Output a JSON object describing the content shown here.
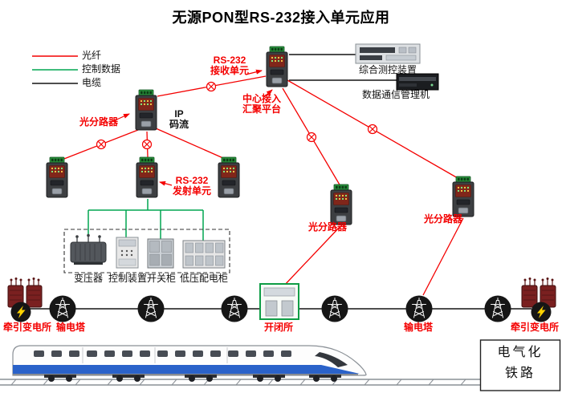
{
  "title": "无源PON型RS-232接入单元应用",
  "legend": {
    "items": [
      {
        "label": "光纤",
        "color": "#f40000"
      },
      {
        "label": "控制数据",
        "color": "#00a651"
      },
      {
        "label": "电缆",
        "color": "#141414"
      }
    ]
  },
  "network": {
    "receiver_label": "RS-232\n接收单元",
    "center_platform_label": "中心接入\n汇聚平台",
    "splitter_top_label": "光分路器",
    "ip_stream_label": "IP\n码流",
    "transmitter_label": "RS-232\n发射单元",
    "splitter_mid_label": "光分路器",
    "splitter_right_label": "光分路器",
    "measure_control_label": "综合测控装置",
    "data_comm_label": "数据通信管理机"
  },
  "substation_equipment": {
    "items": [
      "变压器",
      "控制装置",
      "开关柜",
      "低压配电柜"
    ]
  },
  "railway": {
    "traction_substation_left": "牵引变电所",
    "transmission_tower_left": "输电塔",
    "switching_station": "开闭所",
    "transmission_tower_right": "输电塔",
    "traction_substation_right": "牵引变电所",
    "caption_line1": "电气化",
    "caption_line2": "铁路"
  }
}
